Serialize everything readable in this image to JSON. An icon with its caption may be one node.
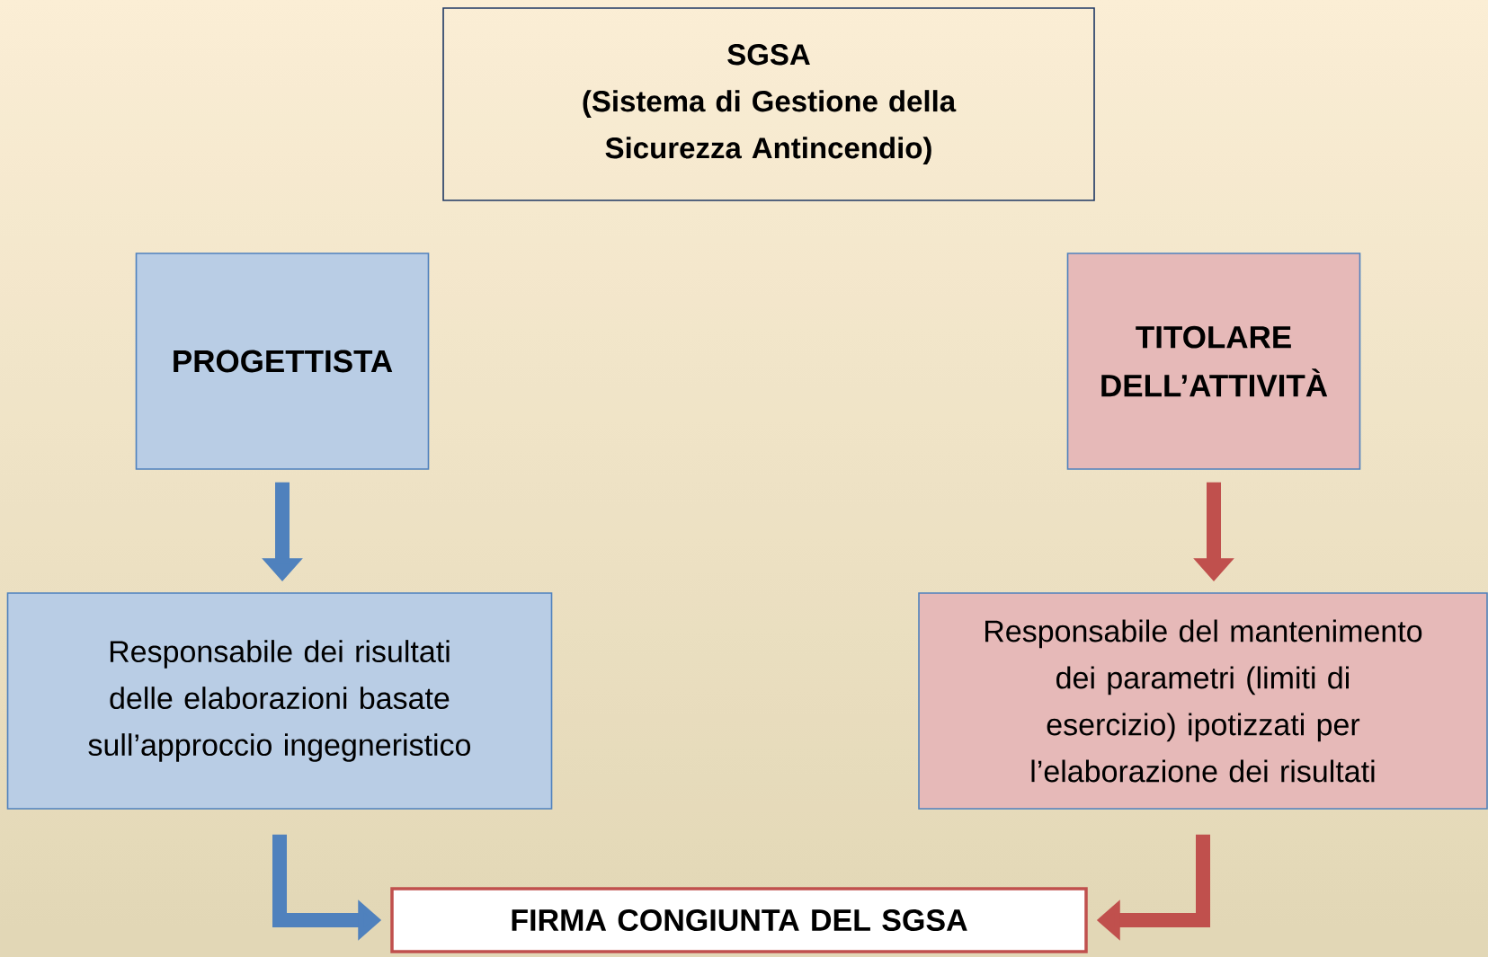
{
  "diagram": {
    "nodes": [
      {
        "text": [
          "SGSA",
          "(Sistema di Gestione della Sicurezza Antincendio)"
        ]
      },
      {
        "text": [
          "PROGETTISTA"
        ]
      },
      {
        "text": [
          "TITOLARE DELL’ATTIVITÀ"
        ]
      },
      {
        "text": [
          "Responsabile dei risultati delle elaborazioni basate sull’approccio ingegneristico"
        ]
      },
      {
        "text": [
          "Responsabile del mantenimento dei parametri (limiti di esercizio) ipotizzati per l’elaborazione dei risultati"
        ]
      },
      {
        "text": [
          "FIRMA CONGIUNTA DEL SGSA"
        ]
      }
    ],
    "edges": [
      {
        "from": 1,
        "to": 3,
        "arrow": "to",
        "color": "#4f81bd"
      },
      {
        "from": 2,
        "to": 4,
        "arrow": "to",
        "color": "#c0504d"
      },
      {
        "from": 3,
        "to": 5,
        "arrow": "to",
        "color": "#4f81bd"
      },
      {
        "from": 4,
        "to": 5,
        "arrow": "to",
        "color": "#c0504d"
      }
    ]
  }
}
